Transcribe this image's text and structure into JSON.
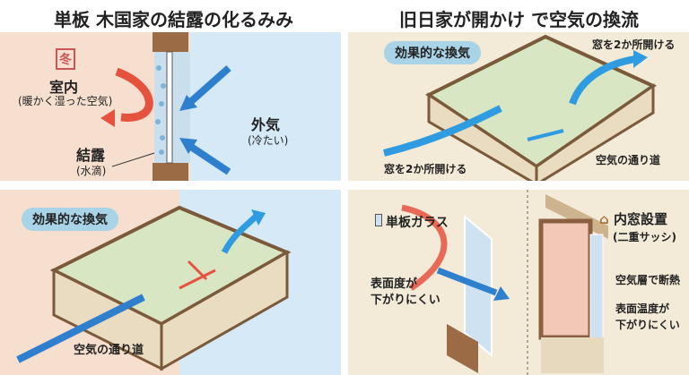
{
  "top_left": {
    "title": "単板 木国家の結露の化るみみ",
    "icon": "winter-house-icon",
    "icon_text": "冬",
    "indoor": "室内",
    "indoor_sub": "(暖かく湿った空気)",
    "outdoor": "外気",
    "outdoor_sub": "(冷たい)",
    "condensation": "結露",
    "condensation_sub": "(水滴)"
  },
  "top_right": {
    "title": "旧日家が開かけ で空気の換流",
    "badge": "効果的な換気",
    "open_top": "窓を2か所開ける",
    "open_bottom": "窓を2か所開ける",
    "path": "空気の通り道"
  },
  "bottom_left": {
    "badge": "効果的な換気",
    "path": "空気の通り道"
  },
  "bottom_right": {
    "single": "単板ガラス",
    "single_note_1": "表面度が",
    "single_note_2": "下がりにくい",
    "inner": "内窓設置",
    "inner_sub": "(二重サッシ)",
    "inner_note": "空気層で断熱",
    "inner_note2_1": "表面温度が",
    "inner_note2_2": "下がりにくい"
  },
  "colors": {
    "warm": "#f7dfcf",
    "cold": "#d6e9f7",
    "beige": "#f3ead8",
    "red": "#e5533f",
    "blue": "#2f7fcf"
  }
}
